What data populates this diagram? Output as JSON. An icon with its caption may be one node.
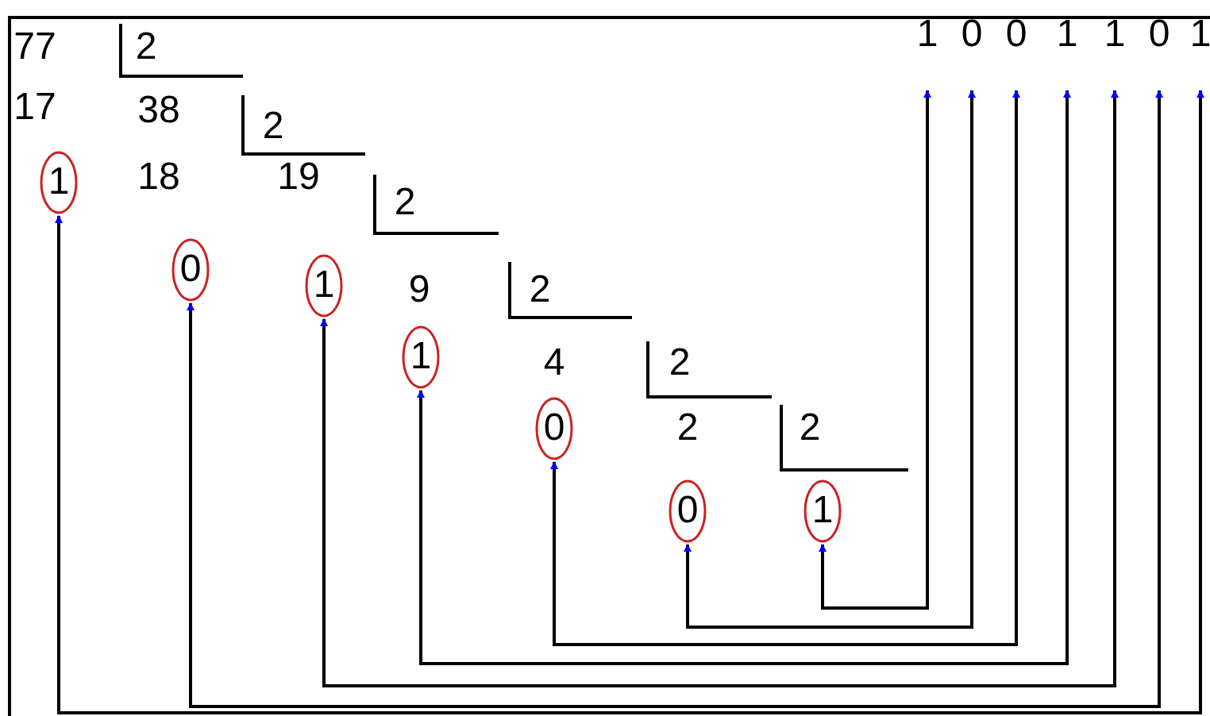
{
  "diagram": {
    "nodes": [
      {
        "text": [
          "1"
        ]
      },
      {
        "text": [
          "0"
        ]
      },
      {
        "text": [
          "0"
        ]
      },
      {
        "text": [
          "1"
        ]
      },
      {
        "text": [
          "1"
        ]
      },
      {
        "text": [
          "0"
        ]
      },
      {
        "text": [
          "1"
        ]
      },
      {
        "text": [
          "1"
        ]
      },
      {
        "text": [
          "0"
        ]
      },
      {
        "text": [
          "1"
        ]
      },
      {
        "text": [
          "1"
        ]
      },
      {
        "text": [
          "0"
        ]
      },
      {
        "text": [
          "0"
        ]
      },
      {
        "text": [
          "1"
        ]
      }
    ],
    "edges": [
      {
        "from": 13,
        "to": 0,
        "arrow": "both"
      },
      {
        "from": 12,
        "to": 1,
        "arrow": "both"
      },
      {
        "from": 11,
        "to": 2,
        "arrow": "both"
      },
      {
        "from": 10,
        "to": 3,
        "arrow": "both"
      },
      {
        "from": 9,
        "to": 4,
        "arrow": "both"
      },
      {
        "from": 8,
        "to": 5,
        "arrow": "both"
      },
      {
        "from": 7,
        "to": 6,
        "arrow": "both"
      }
    ],
    "labels": [
      "77",
      "2",
      "17",
      "38",
      "2",
      "18",
      "19",
      "2",
      "9",
      "2",
      "4",
      "2",
      "2",
      "2"
    ]
  }
}
